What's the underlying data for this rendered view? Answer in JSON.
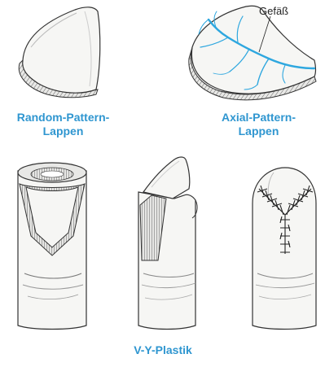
{
  "labels": {
    "vessel": "Gefäß",
    "random_flap": [
      "Random-Pattern-",
      "Lappen"
    ],
    "axial_flap": [
      "Axial-Pattern-",
      "Lappen"
    ],
    "vy_plasty": "V-Y-Plastik"
  },
  "colors": {
    "caption": "#2f96d0",
    "vessel": "#2ea7df",
    "outline": "#333333",
    "skin_fill": "#f6f6f4",
    "shade": "#cfcfcc"
  },
  "figures": [
    {
      "id": "random-pattern-flap",
      "icon": "skin-flap-icon"
    },
    {
      "id": "axial-pattern-flap",
      "icon": "skin-flap-with-vessel-icon"
    },
    {
      "id": "vy-finger-front",
      "icon": "fingertip-v-flap-icon"
    },
    {
      "id": "vy-finger-side",
      "icon": "fingertip-side-icon"
    },
    {
      "id": "vy-finger-sutured",
      "icon": "fingertip-sutured-icon"
    }
  ]
}
